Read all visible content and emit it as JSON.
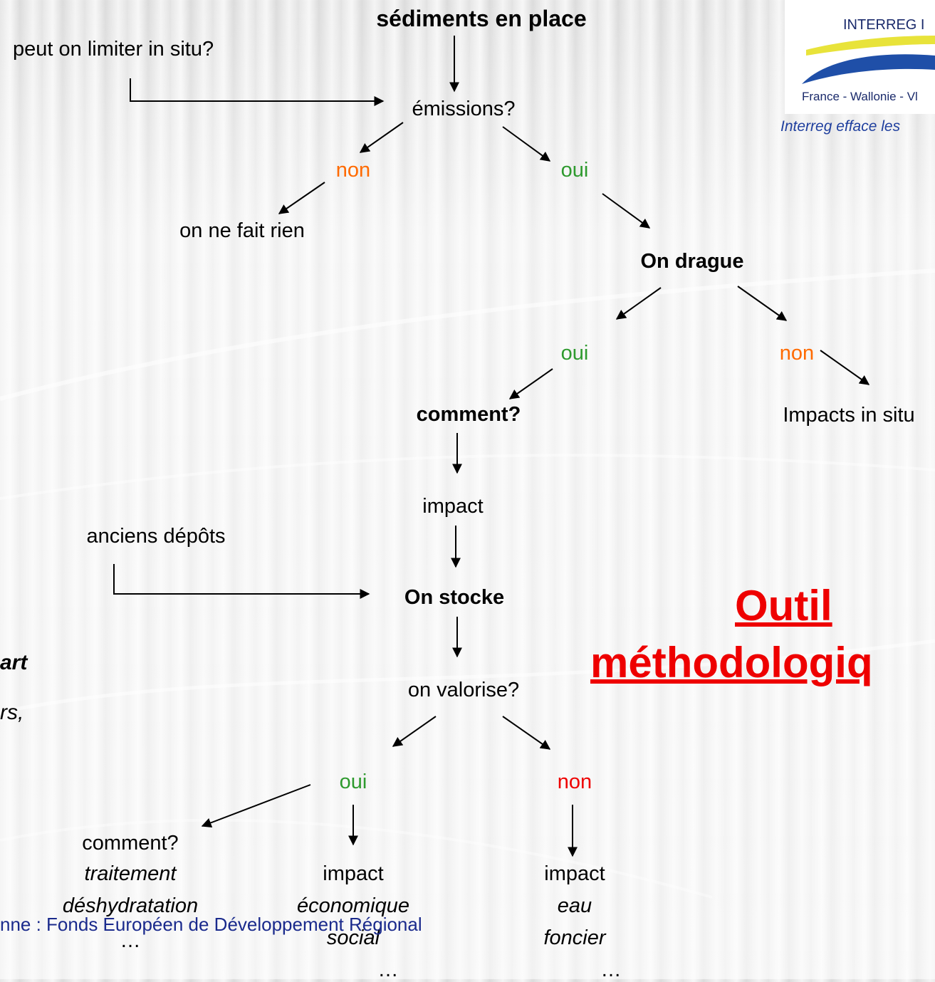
{
  "logo": {
    "title": "INTERREG I",
    "regions": "France - Wallonie - Vl",
    "caption": "Interreg efface les"
  },
  "flow": {
    "root": "sédiments en place",
    "side_question": "peut on limiter in situ?",
    "emissions": "émissions?",
    "non_1": "non",
    "oui_1": "oui",
    "nothing": "on ne fait rien",
    "dredge": "On drague",
    "oui_2": "oui",
    "non_2": "non",
    "impacts_in_situ": "Impacts in situ",
    "how": "comment?",
    "impact": "impact",
    "old_deposits": "anciens dépôts",
    "store": "On stocke",
    "valorise": "on valorise?",
    "oui_3": "oui",
    "non_3": "non",
    "branch_a": {
      "line1": "comment?",
      "line2": "traitement",
      "line3": "déshydratation",
      "line4": "…"
    },
    "branch_b": {
      "line1": "impact",
      "line2": "économique",
      "line3": "social",
      "line4": "…"
    },
    "branch_c": {
      "line1": "impact",
      "line2": "eau",
      "line3": "foncier",
      "line4": "…"
    }
  },
  "outil": {
    "line1": "Outil",
    "line2": "méthodologiq"
  },
  "left_fragments": {
    "a": "art",
    "b": "rs,"
  },
  "footer": "nne : Fonds Européen de Développement Régional",
  "colors": {
    "non": "#ff6a00",
    "oui": "#2e9a2e",
    "non_red": "#ee0000",
    "outil": "#ee0000",
    "footer": "#1a2a8c"
  }
}
